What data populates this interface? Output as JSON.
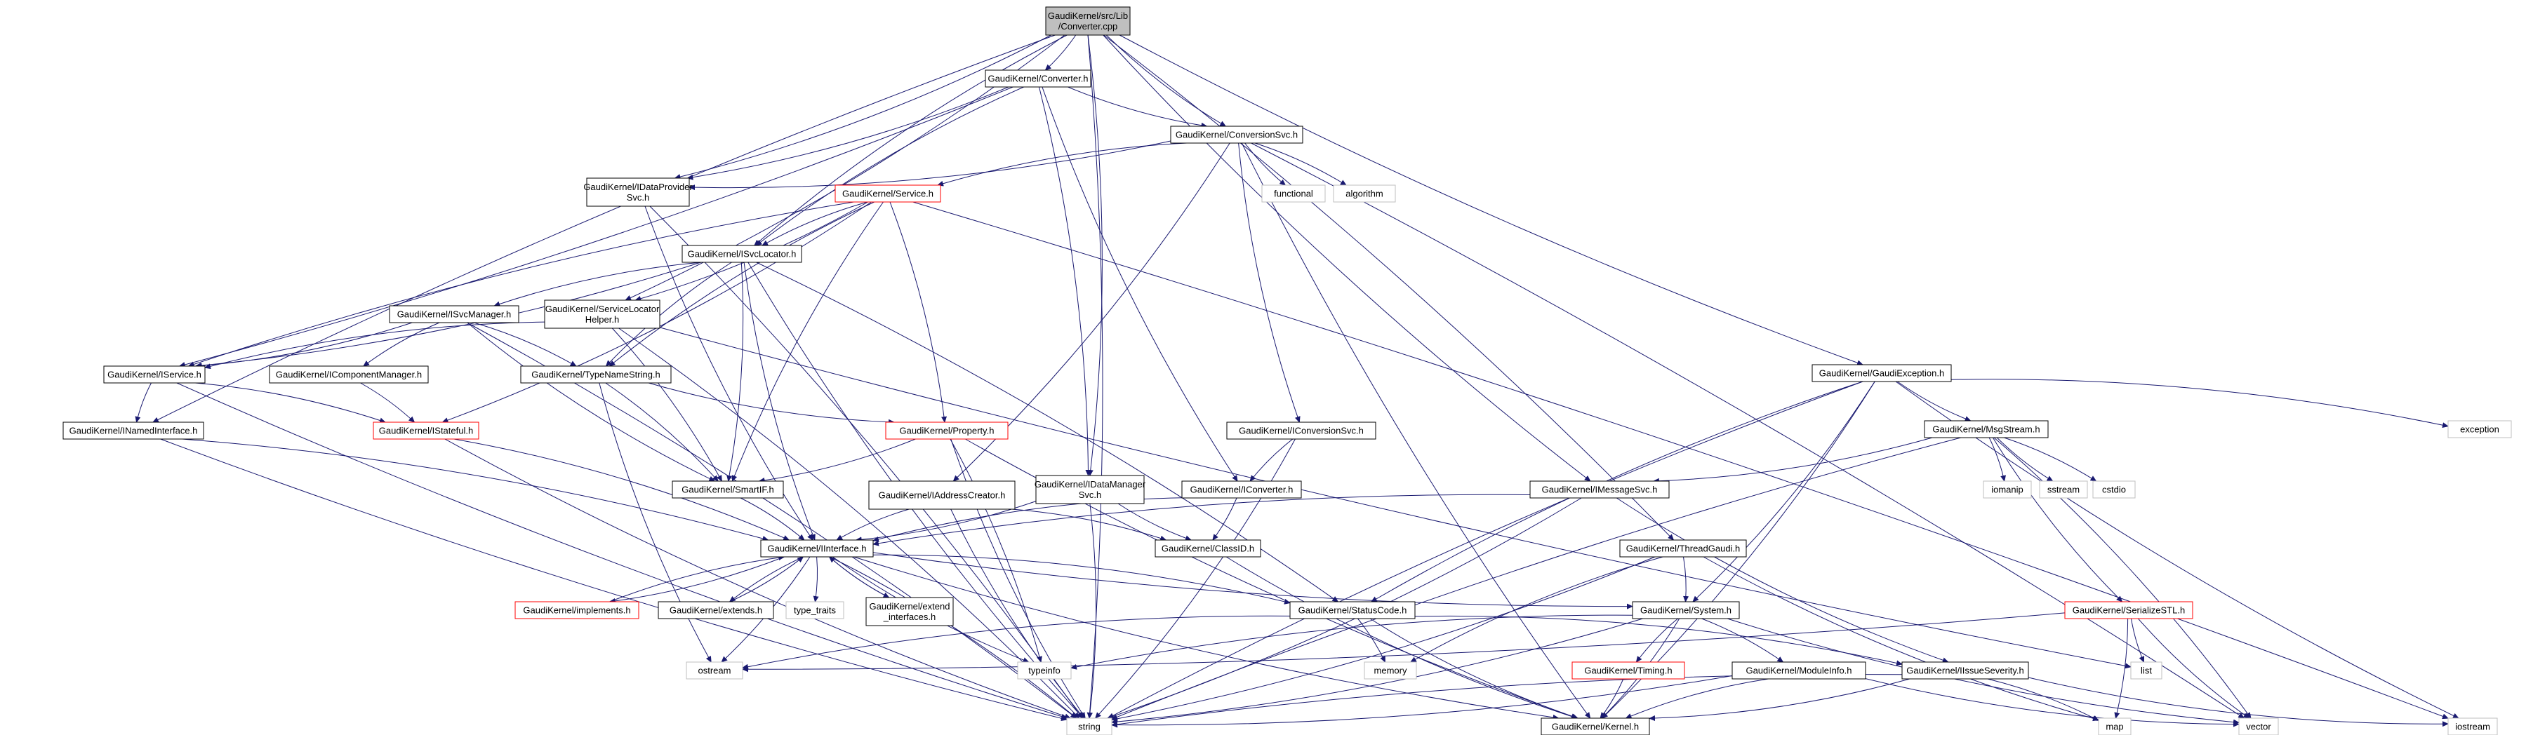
{
  "colors": {
    "edge": "#191970",
    "box": "#000000",
    "incomplete": "#ff0000",
    "ext": "#bfbfbf",
    "root_fill": "#bfbfbf"
  },
  "nodes": [
    {
      "id": "root",
      "lines": [
        "GaudiKernel/src/Lib",
        "/Converter.cpp"
      ],
      "style": "root"
    },
    {
      "id": "converter_h",
      "lines": [
        "GaudiKernel/Converter.h"
      ],
      "style": "box"
    },
    {
      "id": "conversionsvc",
      "lines": [
        "GaudiKernel/ConversionSvc.h"
      ],
      "style": "box"
    },
    {
      "id": "idataprovider",
      "lines": [
        "GaudiKernel/IDataProvider",
        "Svc.h"
      ],
      "style": "box"
    },
    {
      "id": "service_h",
      "lines": [
        "GaudiKernel/Service.h"
      ],
      "style": "red"
    },
    {
      "id": "isvclocator",
      "lines": [
        "GaudiKernel/ISvcLocator.h"
      ],
      "style": "box"
    },
    {
      "id": "isvcmanager",
      "lines": [
        "GaudiKernel/ISvcManager.h"
      ],
      "style": "box"
    },
    {
      "id": "servicelocatorhelper",
      "lines": [
        "GaudiKernel/ServiceLocator",
        "Helper.h"
      ],
      "style": "box"
    },
    {
      "id": "iservice",
      "lines": [
        "GaudiKernel/IService.h"
      ],
      "style": "box"
    },
    {
      "id": "icomponentmanager",
      "lines": [
        "GaudiKernel/IComponentManager.h"
      ],
      "style": "box"
    },
    {
      "id": "typenamestring",
      "lines": [
        "GaudiKernel/TypeNameString.h"
      ],
      "style": "box"
    },
    {
      "id": "inamedinterface",
      "lines": [
        "GaudiKernel/INamedInterface.h"
      ],
      "style": "box"
    },
    {
      "id": "istateful",
      "lines": [
        "GaudiKernel/IStateful.h"
      ],
      "style": "red"
    },
    {
      "id": "property",
      "lines": [
        "GaudiKernel/Property.h"
      ],
      "style": "red"
    },
    {
      "id": "smartif",
      "lines": [
        "GaudiKernel/SmartIF.h"
      ],
      "style": "box"
    },
    {
      "id": "iaddresscreator",
      "lines": [
        "GaudiKernel/IAddressCreator.h"
      ],
      "style": "box"
    },
    {
      "id": "idatamanager",
      "lines": [
        "GaudiKernel/IDataManager",
        "Svc.h"
      ],
      "style": "box"
    },
    {
      "id": "iconversionsvc",
      "lines": [
        "GaudiKernel/IConversionSvc.h"
      ],
      "style": "box"
    },
    {
      "id": "iconverter",
      "lines": [
        "GaudiKernel/IConverter.h"
      ],
      "style": "box"
    },
    {
      "id": "classid",
      "lines": [
        "GaudiKernel/ClassID.h"
      ],
      "style": "box"
    },
    {
      "id": "iinterface",
      "lines": [
        "GaudiKernel/IInterface.h"
      ],
      "style": "box"
    },
    {
      "id": "implements",
      "lines": [
        "GaudiKernel/implements.h"
      ],
      "style": "red"
    },
    {
      "id": "extends",
      "lines": [
        "GaudiKernel/extends.h"
      ],
      "style": "box"
    },
    {
      "id": "type_traits",
      "lines": [
        "type_traits"
      ],
      "style": "ext"
    },
    {
      "id": "extend_interfaces",
      "lines": [
        "GaudiKernel/extend",
        "_interfaces.h"
      ],
      "style": "box"
    },
    {
      "id": "statuscode",
      "lines": [
        "GaudiKernel/StatusCode.h"
      ],
      "style": "box"
    },
    {
      "id": "ostream",
      "lines": [
        "ostream"
      ],
      "style": "ext"
    },
    {
      "id": "typeinfo",
      "lines": [
        "typeinfo"
      ],
      "style": "ext"
    },
    {
      "id": "string",
      "lines": [
        "string"
      ],
      "style": "ext"
    },
    {
      "id": "memory",
      "lines": [
        "memory"
      ],
      "style": "ext"
    },
    {
      "id": "kernel",
      "lines": [
        "GaudiKernel/Kernel.h"
      ],
      "style": "box"
    },
    {
      "id": "functional",
      "lines": [
        "functional"
      ],
      "style": "ext"
    },
    {
      "id": "algorithm",
      "lines": [
        "algorithm"
      ],
      "style": "ext"
    },
    {
      "id": "gaudiexception",
      "lines": [
        "GaudiKernel/GaudiException.h"
      ],
      "style": "box"
    },
    {
      "id": "exception",
      "lines": [
        "exception"
      ],
      "style": "ext"
    },
    {
      "id": "msgstream",
      "lines": [
        "GaudiKernel/MsgStream.h"
      ],
      "style": "box"
    },
    {
      "id": "imessagesvc",
      "lines": [
        "GaudiKernel/IMessageSvc.h"
      ],
      "style": "box"
    },
    {
      "id": "iomanip",
      "lines": [
        "iomanip"
      ],
      "style": "ext"
    },
    {
      "id": "sstream",
      "lines": [
        "sstream"
      ],
      "style": "ext"
    },
    {
      "id": "cstdio",
      "lines": [
        "cstdio"
      ],
      "style": "ext"
    },
    {
      "id": "threadgaudi",
      "lines": [
        "GaudiKernel/ThreadGaudi.h"
      ],
      "style": "box"
    },
    {
      "id": "system",
      "lines": [
        "GaudiKernel/System.h"
      ],
      "style": "box"
    },
    {
      "id": "serializestl",
      "lines": [
        "GaudiKernel/SerializeSTL.h"
      ],
      "style": "red"
    },
    {
      "id": "timing",
      "lines": [
        "GaudiKernel/Timing.h"
      ],
      "style": "red"
    },
    {
      "id": "moduleinfo",
      "lines": [
        "GaudiKernel/ModuleInfo.h"
      ],
      "style": "box"
    },
    {
      "id": "iissueseverity",
      "lines": [
        "GaudiKernel/IIssueSeverity.h"
      ],
      "style": "box"
    },
    {
      "id": "list",
      "lines": [
        "list"
      ],
      "style": "ext"
    },
    {
      "id": "map",
      "lines": [
        "map"
      ],
      "style": "ext"
    },
    {
      "id": "vector",
      "lines": [
        "vector"
      ],
      "style": "ext"
    },
    {
      "id": "iostream",
      "lines": [
        "iostream"
      ],
      "style": "ext"
    }
  ],
  "edges": [
    [
      "root",
      "converter_h"
    ],
    [
      "root",
      "conversionsvc"
    ],
    [
      "root",
      "idataprovider"
    ],
    [
      "root",
      "isvclocator"
    ],
    [
      "root",
      "servicelocatorhelper"
    ],
    [
      "root",
      "inamedinterface"
    ],
    [
      "root",
      "idatamanager"
    ],
    [
      "root",
      "imessagesvc"
    ],
    [
      "root",
      "threadgaudi"
    ],
    [
      "root",
      "gaudiexception"
    ],
    [
      "root",
      "string"
    ],
    [
      "converter_h",
      "conversionsvc"
    ],
    [
      "converter_h",
      "idataprovider"
    ],
    [
      "converter_h",
      "isvclocator"
    ],
    [
      "converter_h",
      "iservice"
    ],
    [
      "converter_h",
      "iconverter"
    ],
    [
      "converter_h",
      "idatamanager"
    ],
    [
      "conversionsvc",
      "service_h"
    ],
    [
      "conversionsvc",
      "idataprovider"
    ],
    [
      "conversionsvc",
      "functional"
    ],
    [
      "conversionsvc",
      "algorithm"
    ],
    [
      "conversionsvc",
      "iconversionsvc"
    ],
    [
      "conversionsvc",
      "iaddresscreator"
    ],
    [
      "conversionsvc",
      "kernel"
    ],
    [
      "conversionsvc",
      "vector"
    ],
    [
      "idataprovider",
      "iinterface"
    ],
    [
      "idataprovider",
      "string"
    ],
    [
      "service_h",
      "isvclocator"
    ],
    [
      "service_h",
      "servicelocatorhelper"
    ],
    [
      "service_h",
      "iservice"
    ],
    [
      "service_h",
      "property"
    ],
    [
      "service_h",
      "smartif"
    ],
    [
      "service_h",
      "istateful"
    ],
    [
      "service_h",
      "typenamestring"
    ],
    [
      "service_h",
      "iostream"
    ],
    [
      "isvclocator",
      "isvcmanager"
    ],
    [
      "isvclocator",
      "iservice"
    ],
    [
      "isvclocator",
      "typenamestring"
    ],
    [
      "isvclocator",
      "smartif"
    ],
    [
      "isvclocator",
      "iinterface"
    ],
    [
      "isvclocator",
      "statuscode"
    ],
    [
      "isvclocator",
      "string"
    ],
    [
      "isvcmanager",
      "iservice"
    ],
    [
      "isvcmanager",
      "icomponentmanager"
    ],
    [
      "isvcmanager",
      "typenamestring"
    ],
    [
      "isvcmanager",
      "smartif"
    ],
    [
      "isvcmanager",
      "string"
    ],
    [
      "servicelocatorhelper",
      "iservice"
    ],
    [
      "servicelocatorhelper",
      "smartif"
    ],
    [
      "servicelocatorhelper",
      "list"
    ],
    [
      "servicelocatorhelper",
      "string"
    ],
    [
      "iservice",
      "inamedinterface"
    ],
    [
      "iservice",
      "istateful"
    ],
    [
      "iservice",
      "string"
    ],
    [
      "icomponentmanager",
      "istateful"
    ],
    [
      "typenamestring",
      "property"
    ],
    [
      "typenamestring",
      "smartif"
    ],
    [
      "typenamestring",
      "ostream"
    ],
    [
      "inamedinterface",
      "iinterface"
    ],
    [
      "inamedinterface",
      "string"
    ],
    [
      "istateful",
      "iinterface"
    ],
    [
      "istateful",
      "string"
    ],
    [
      "property",
      "smartif"
    ],
    [
      "property",
      "kernel"
    ],
    [
      "property",
      "typeinfo"
    ],
    [
      "property",
      "string"
    ],
    [
      "smartif",
      "iinterface"
    ],
    [
      "iaddresscreator",
      "iinterface"
    ],
    [
      "iaddresscreator",
      "classid"
    ],
    [
      "iaddresscreator",
      "string"
    ],
    [
      "idatamanager",
      "iinterface"
    ],
    [
      "idatamanager",
      "classid"
    ],
    [
      "idatamanager",
      "string"
    ],
    [
      "iconversionsvc",
      "iconverter"
    ],
    [
      "iconversionsvc",
      "string"
    ],
    [
      "iconverter",
      "iinterface"
    ],
    [
      "iconverter",
      "classid"
    ],
    [
      "classid",
      "kernel"
    ],
    [
      "iinterface",
      "implements"
    ],
    [
      "iinterface",
      "extends"
    ],
    [
      "iinterface",
      "type_traits"
    ],
    [
      "iinterface",
      "extend_interfaces"
    ],
    [
      "iinterface",
      "statuscode"
    ],
    [
      "iinterface",
      "system"
    ],
    [
      "iinterface",
      "ostream"
    ],
    [
      "iinterface",
      "typeinfo"
    ],
    [
      "iinterface",
      "string"
    ],
    [
      "iinterface",
      "kernel"
    ],
    [
      "implements",
      "iinterface"
    ],
    [
      "extends",
      "iinterface"
    ],
    [
      "extend_interfaces",
      "iinterface"
    ],
    [
      "statuscode",
      "ostream"
    ],
    [
      "statuscode",
      "iissueseverity"
    ],
    [
      "statuscode",
      "kernel"
    ],
    [
      "statuscode",
      "memory"
    ],
    [
      "gaudiexception",
      "msgstream"
    ],
    [
      "gaudiexception",
      "system"
    ],
    [
      "gaudiexception",
      "statuscode"
    ],
    [
      "gaudiexception",
      "exception"
    ],
    [
      "gaudiexception",
      "string"
    ],
    [
      "gaudiexception",
      "kernel"
    ],
    [
      "gaudiexception",
      "iostream"
    ],
    [
      "msgstream",
      "imessagesvc"
    ],
    [
      "msgstream",
      "serializestl"
    ],
    [
      "msgstream",
      "iomanip"
    ],
    [
      "msgstream",
      "sstream"
    ],
    [
      "msgstream",
      "cstdio"
    ],
    [
      "msgstream",
      "string"
    ],
    [
      "msgstream",
      "vector"
    ],
    [
      "imessagesvc",
      "iinterface"
    ],
    [
      "imessagesvc",
      "string"
    ],
    [
      "imessagesvc",
      "iissueseverity"
    ],
    [
      "threadgaudi",
      "system"
    ],
    [
      "threadgaudi",
      "map"
    ],
    [
      "threadgaudi",
      "string"
    ],
    [
      "threadgaudi",
      "memory"
    ],
    [
      "system",
      "moduleinfo"
    ],
    [
      "system",
      "timing"
    ],
    [
      "system",
      "kernel"
    ],
    [
      "system",
      "typeinfo"
    ],
    [
      "system",
      "string"
    ],
    [
      "system",
      "vector"
    ],
    [
      "timing",
      "kernel"
    ],
    [
      "moduleinfo",
      "kernel"
    ],
    [
      "moduleinfo",
      "string"
    ],
    [
      "moduleinfo",
      "vector"
    ],
    [
      "iissueseverity",
      "kernel"
    ],
    [
      "iissueseverity",
      "string"
    ],
    [
      "iissueseverity",
      "map"
    ],
    [
      "iissueseverity",
      "iostream"
    ],
    [
      "serializestl",
      "ostream"
    ],
    [
      "serializestl",
      "list"
    ],
    [
      "serializestl",
      "map"
    ],
    [
      "serializestl",
      "vector"
    ]
  ]
}
